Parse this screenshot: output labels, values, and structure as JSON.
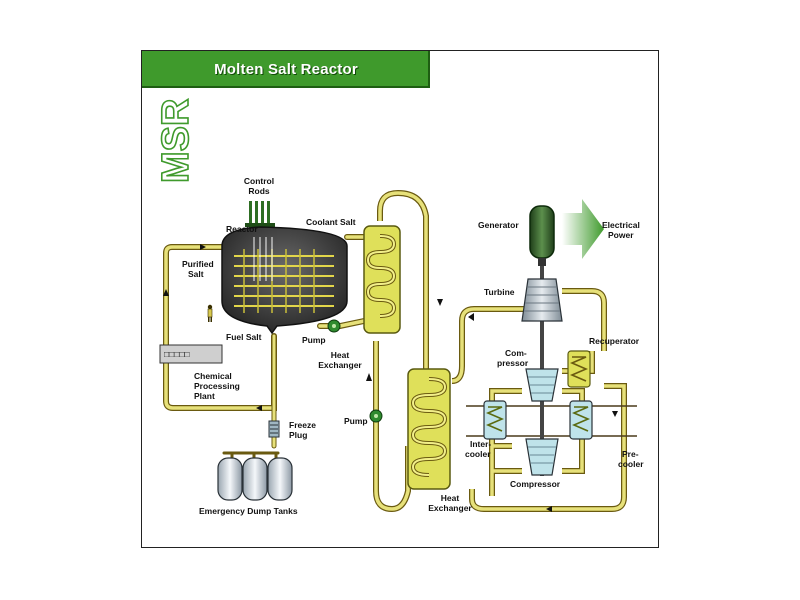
{
  "title": "Molten Salt Reactor",
  "side_label": "MSR",
  "colors": {
    "accent_green": "#3f9a2c",
    "pipe_yellow": "#e7e17a",
    "pipe_outline": "#6a5a10",
    "heat_exchanger": "#dfe05a",
    "reactor_dark": "#3d3d3d"
  },
  "labels": {
    "control_rods": [
      "Control",
      "Rods"
    ],
    "reactor": "Reactor",
    "coolant_salt": "Coolant Salt",
    "purified_salt": [
      "Purified",
      "Salt"
    ],
    "fuel_salt": "Fuel Salt",
    "pump_primary": "Pump",
    "heat_exchanger_primary": [
      "Heat",
      "Exchanger"
    ],
    "chemical_plant": [
      "Chemical",
      "Processing",
      "Plant"
    ],
    "freeze_plug": [
      "Freeze",
      "Plug"
    ],
    "emergency_tanks": "Emergency Dump Tanks",
    "pump_secondary": "Pump",
    "heat_exchanger_secondary": [
      "Heat",
      "Exchanger"
    ],
    "generator": "Generator",
    "electrical_power": [
      "Electrical",
      "Power"
    ],
    "turbine": "Turbine",
    "recuperator": "Recuperator",
    "compressor_upper": [
      "Com-",
      "pressor"
    ],
    "intercooler": [
      "Inter-",
      "cooler"
    ],
    "precooler": [
      "Pre-",
      "cooler"
    ],
    "compressor_lower": "Compressor",
    "chemical_plant_display": "□□□□□"
  }
}
